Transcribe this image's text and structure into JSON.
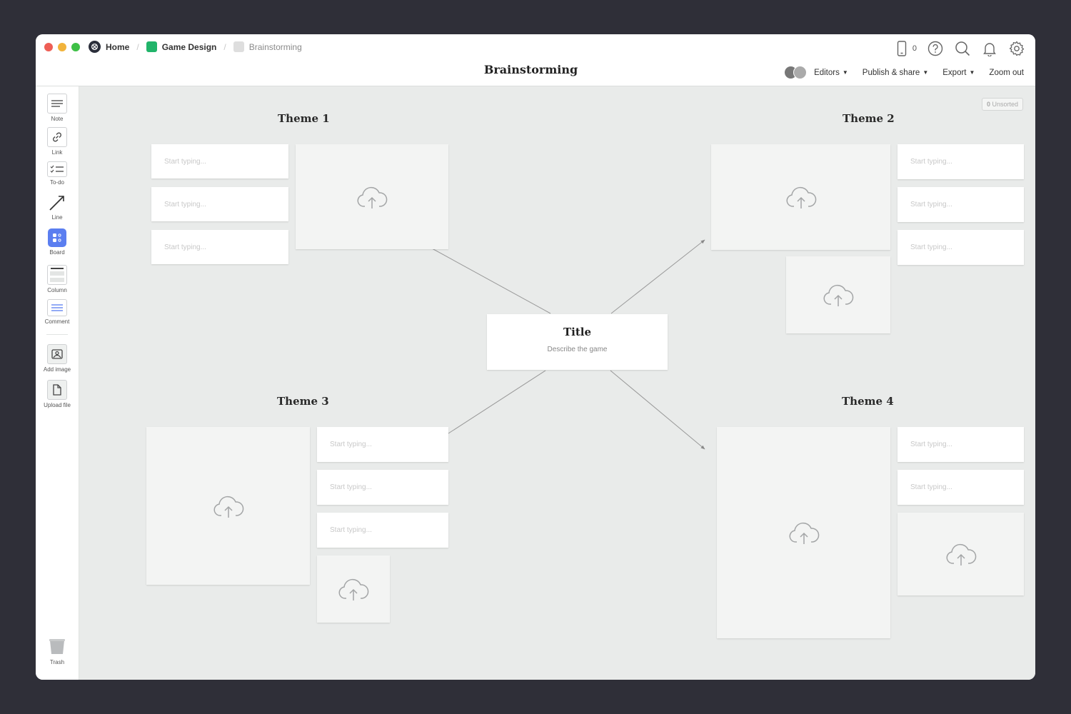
{
  "window": {
    "traffic_lights": [
      "#ee5e55",
      "#f1b33b",
      "#3ec046"
    ]
  },
  "breadcrumb": [
    {
      "label": "Home",
      "icon": "milanote-logo"
    },
    {
      "label": "Game Design",
      "color": "#21b46a"
    },
    {
      "label": "Brainstorming",
      "color": "#dedede"
    }
  ],
  "header": {
    "device_count": "0",
    "title": "Brainstorming",
    "editors_label": "Editors",
    "publish_label": "Publish & share",
    "export_label": "Export",
    "zoom_label": "Zoom out"
  },
  "sidebar": {
    "tools": [
      {
        "label": "Note",
        "icon": "note-icon"
      },
      {
        "label": "Link",
        "icon": "link-icon"
      },
      {
        "label": "To-do",
        "icon": "todo-icon"
      },
      {
        "label": "Line",
        "icon": "line-icon"
      },
      {
        "label": "Board",
        "icon": "board-icon",
        "color": "#5b7ef0"
      },
      {
        "label": "Column",
        "icon": "column-icon"
      },
      {
        "label": "Comment",
        "icon": "comment-icon"
      },
      {
        "label": "Add image",
        "icon": "image-icon"
      },
      {
        "label": "Upload file",
        "icon": "file-icon"
      }
    ],
    "trash_label": "Trash"
  },
  "canvas": {
    "unsorted_count": "0",
    "unsorted_label": "Unsorted",
    "themes": [
      "Theme 1",
      "Theme 2",
      "Theme 3",
      "Theme 4"
    ],
    "note_placeholder": "Start typing...",
    "center": {
      "title": "Title",
      "description": "Describe the game"
    }
  }
}
